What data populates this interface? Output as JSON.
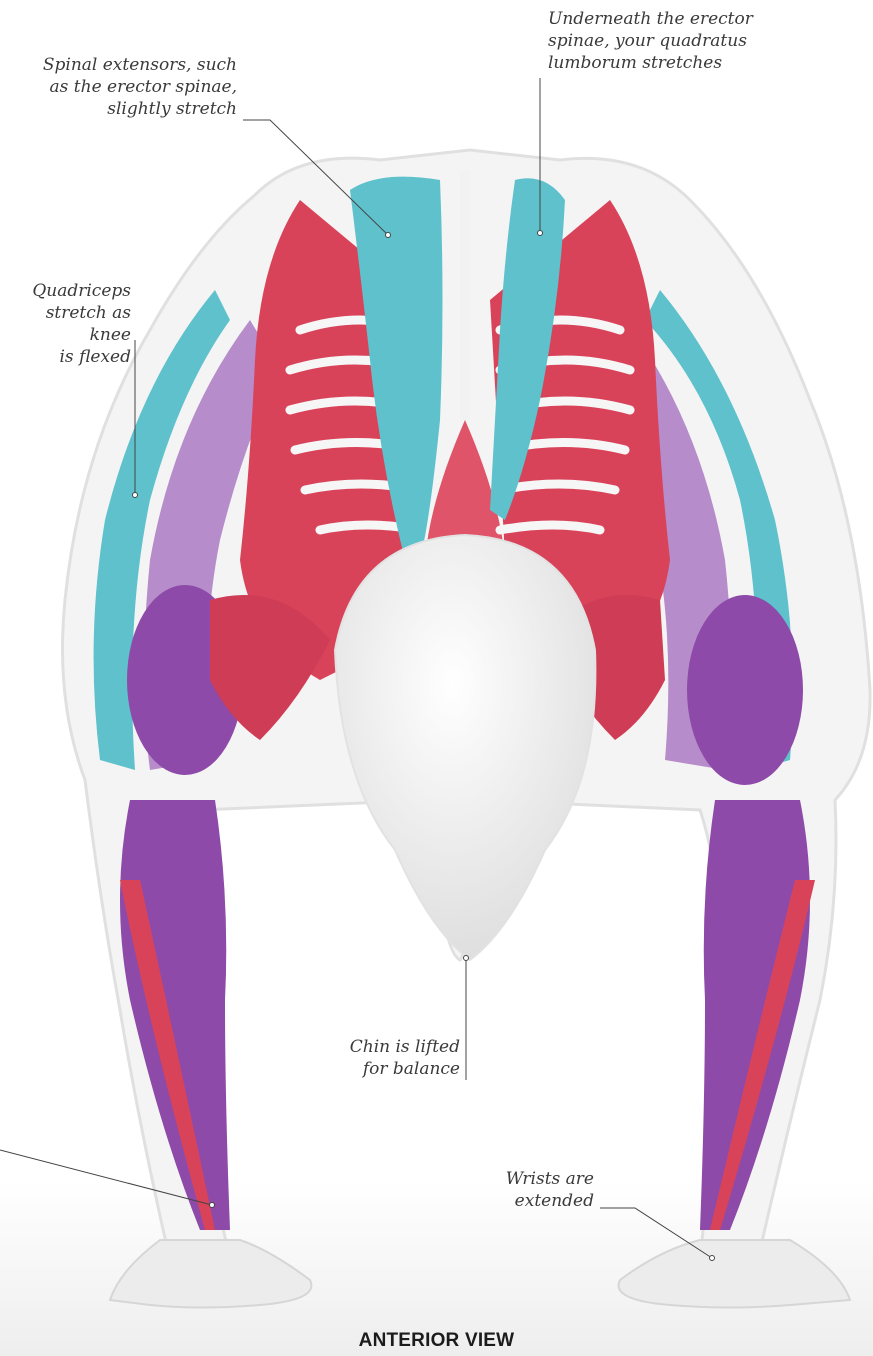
{
  "labels": {
    "spinal_extensors": "Spinal extensors, such\nas the erector spinae,\nslightly stretch",
    "quadratus_lumborum": "Underneath the erector\nspinae, your quadratus\nlumborum stretches",
    "quadriceps": "Quadriceps\nstretch as knee\nis flexed",
    "chin": "Chin is lifted\nfor balance",
    "wrists": "Wrists are\nextended"
  },
  "view_title": "ANTERIOR VIEW",
  "colors": {
    "muscle_red": "#d9435a",
    "muscle_purple": "#8e4aa8",
    "muscle_teal": "#5ec1cc",
    "bone_white": "#f1f1f1",
    "body_outline": "#dcdcdc",
    "leader_line": "#444444"
  }
}
